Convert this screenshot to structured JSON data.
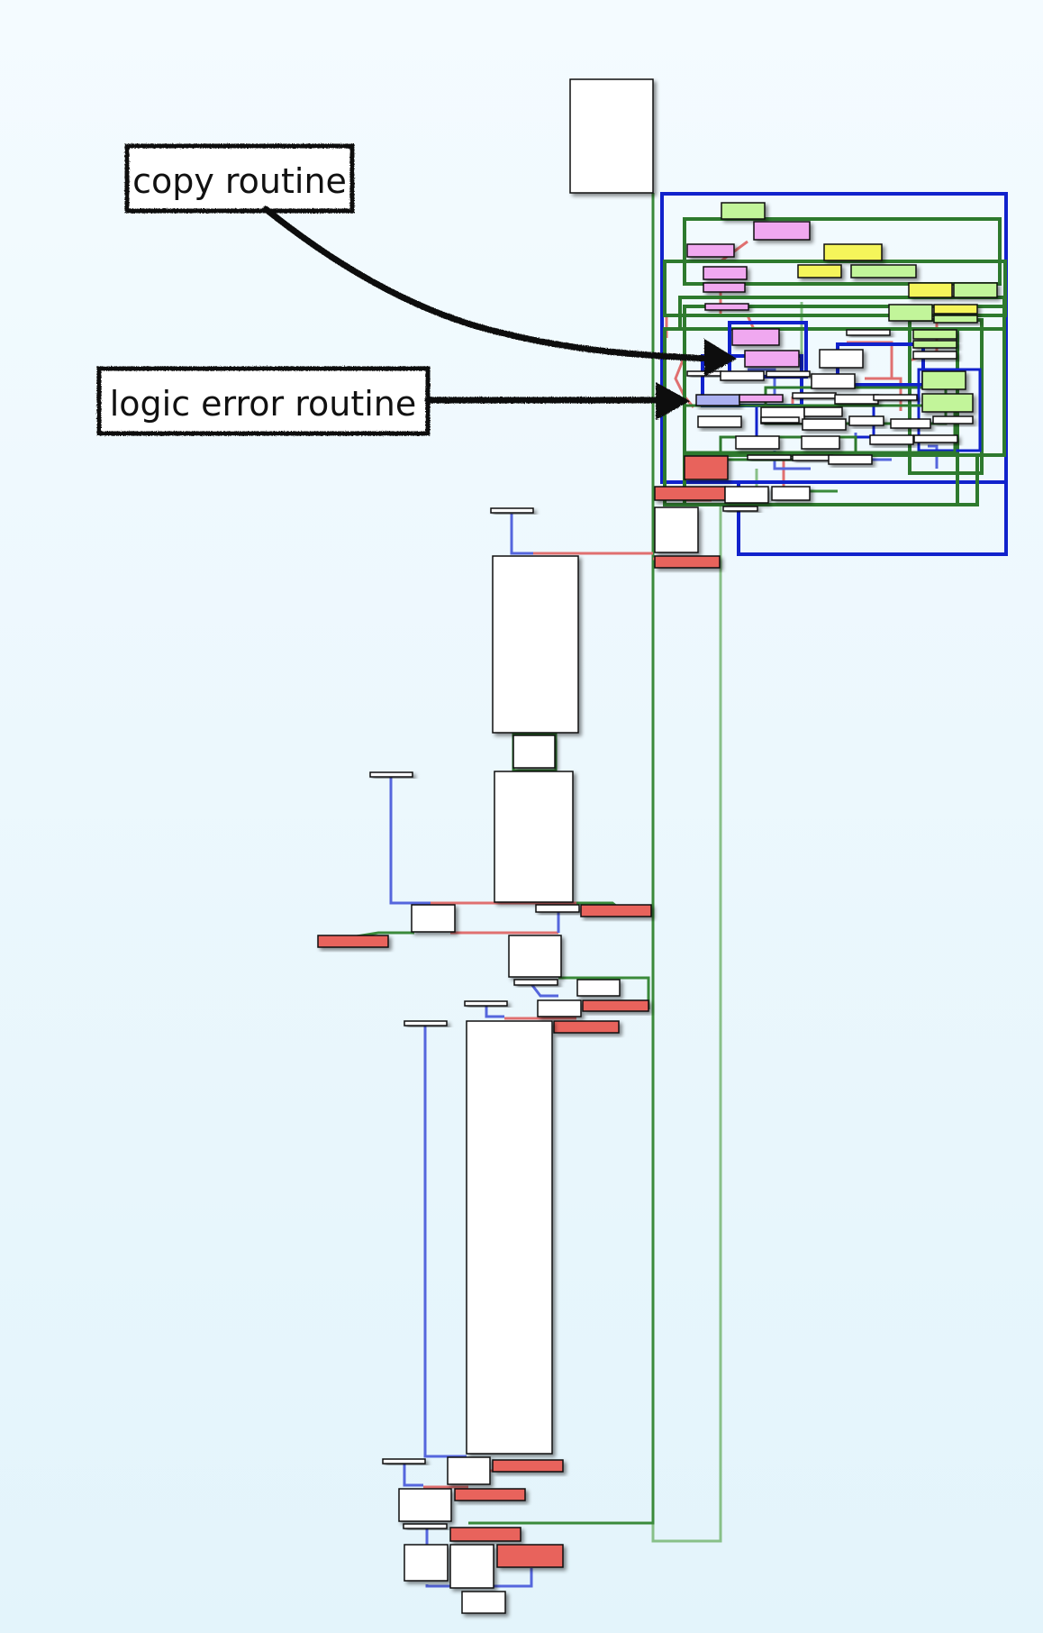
{
  "annotations": [
    {
      "id": "copy",
      "label": "copy routine"
    },
    {
      "id": "logic",
      "label": "logic error routine"
    }
  ],
  "colors": {
    "block_fill": "#ffffff",
    "block_stroke": "#111111",
    "edge_blue": "#5566dd",
    "edge_red": "#e07070",
    "edge_green": "#3a8a3a",
    "edge_light_green": "#88c088",
    "loop_blue": "#1122cc",
    "loop_green": "#2e7a2e",
    "node_pink": "#f0a8f0",
    "node_lime": "#c2f59a",
    "node_yellow": "#f5f55a",
    "node_red": "#e8635c",
    "node_lavender": "#aab0f0",
    "arrow": "#111111"
  },
  "icons": [
    "hand-drawn-arrow-icon"
  ]
}
